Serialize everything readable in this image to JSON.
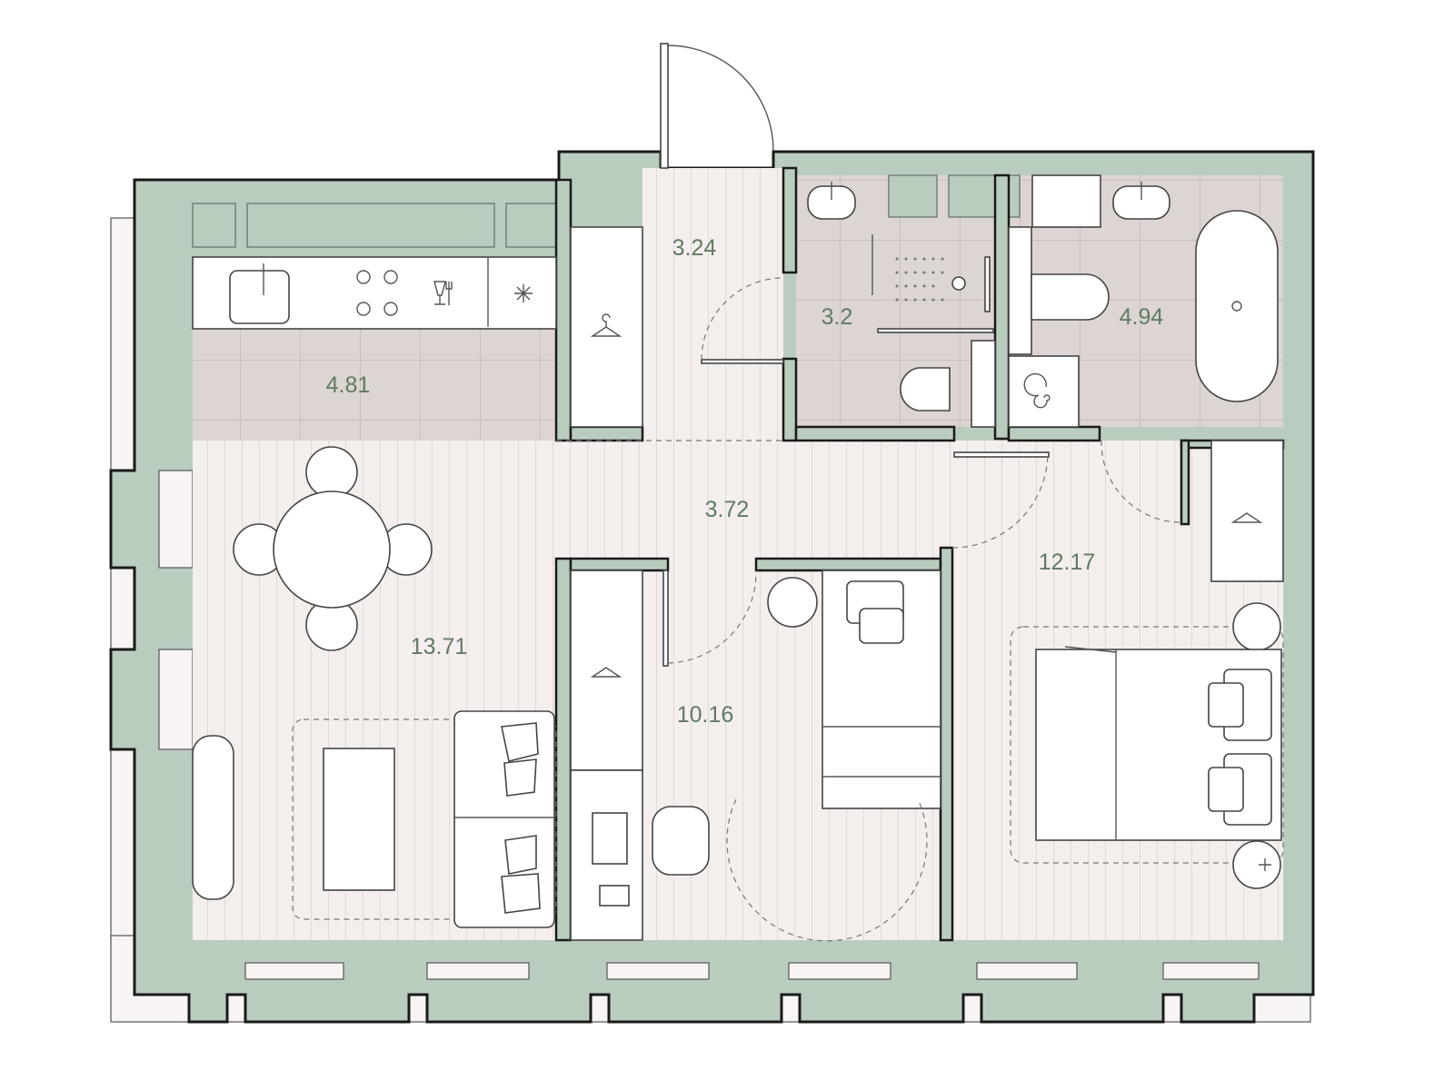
{
  "plan": {
    "rooms": [
      {
        "id": "kitchen",
        "area": "4.81"
      },
      {
        "id": "hall",
        "area": "3.24"
      },
      {
        "id": "shower-bathroom",
        "area": "3.2"
      },
      {
        "id": "main-bathroom",
        "area": "4.94"
      },
      {
        "id": "corridor",
        "area": "3.72"
      },
      {
        "id": "living-room",
        "area": "13.71"
      },
      {
        "id": "bedroom-small",
        "area": "10.16"
      },
      {
        "id": "bedroom-master",
        "area": "12.17"
      }
    ],
    "colors": {
      "wall": "#b9cdbf",
      "tile": "#ddd5d2",
      "floor": "#f4efed",
      "label": "#5e7c63"
    }
  }
}
